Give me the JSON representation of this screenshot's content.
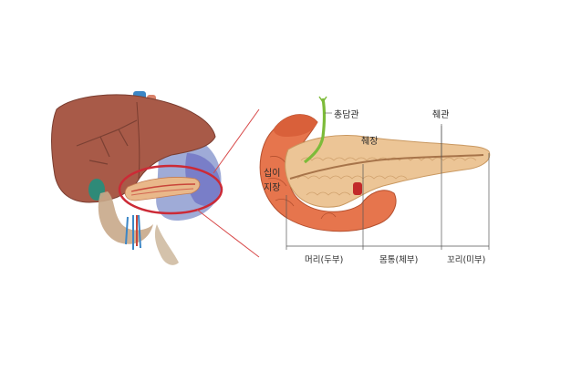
{
  "labels": {
    "common_bile_duct": "총담관",
    "pancreatic_duct": "췌관",
    "pancreas": "췌장",
    "duodenum_line1": "십이",
    "duodenum_line2": "지장",
    "head": "머리(두부)",
    "body": "몸통(체부)",
    "tail": "꼬리(미부)"
  },
  "colors": {
    "liver": "#a85a48",
    "gallbladder": "#2f8a78",
    "duodenum": "#e6754d",
    "pancreas": "#ecc596",
    "highlight_ellipse": "#cc2a36",
    "zoom_line": "#d84a4a",
    "bile_duct": "#7dbb3a",
    "vessel_blue": "#3b86c6"
  }
}
